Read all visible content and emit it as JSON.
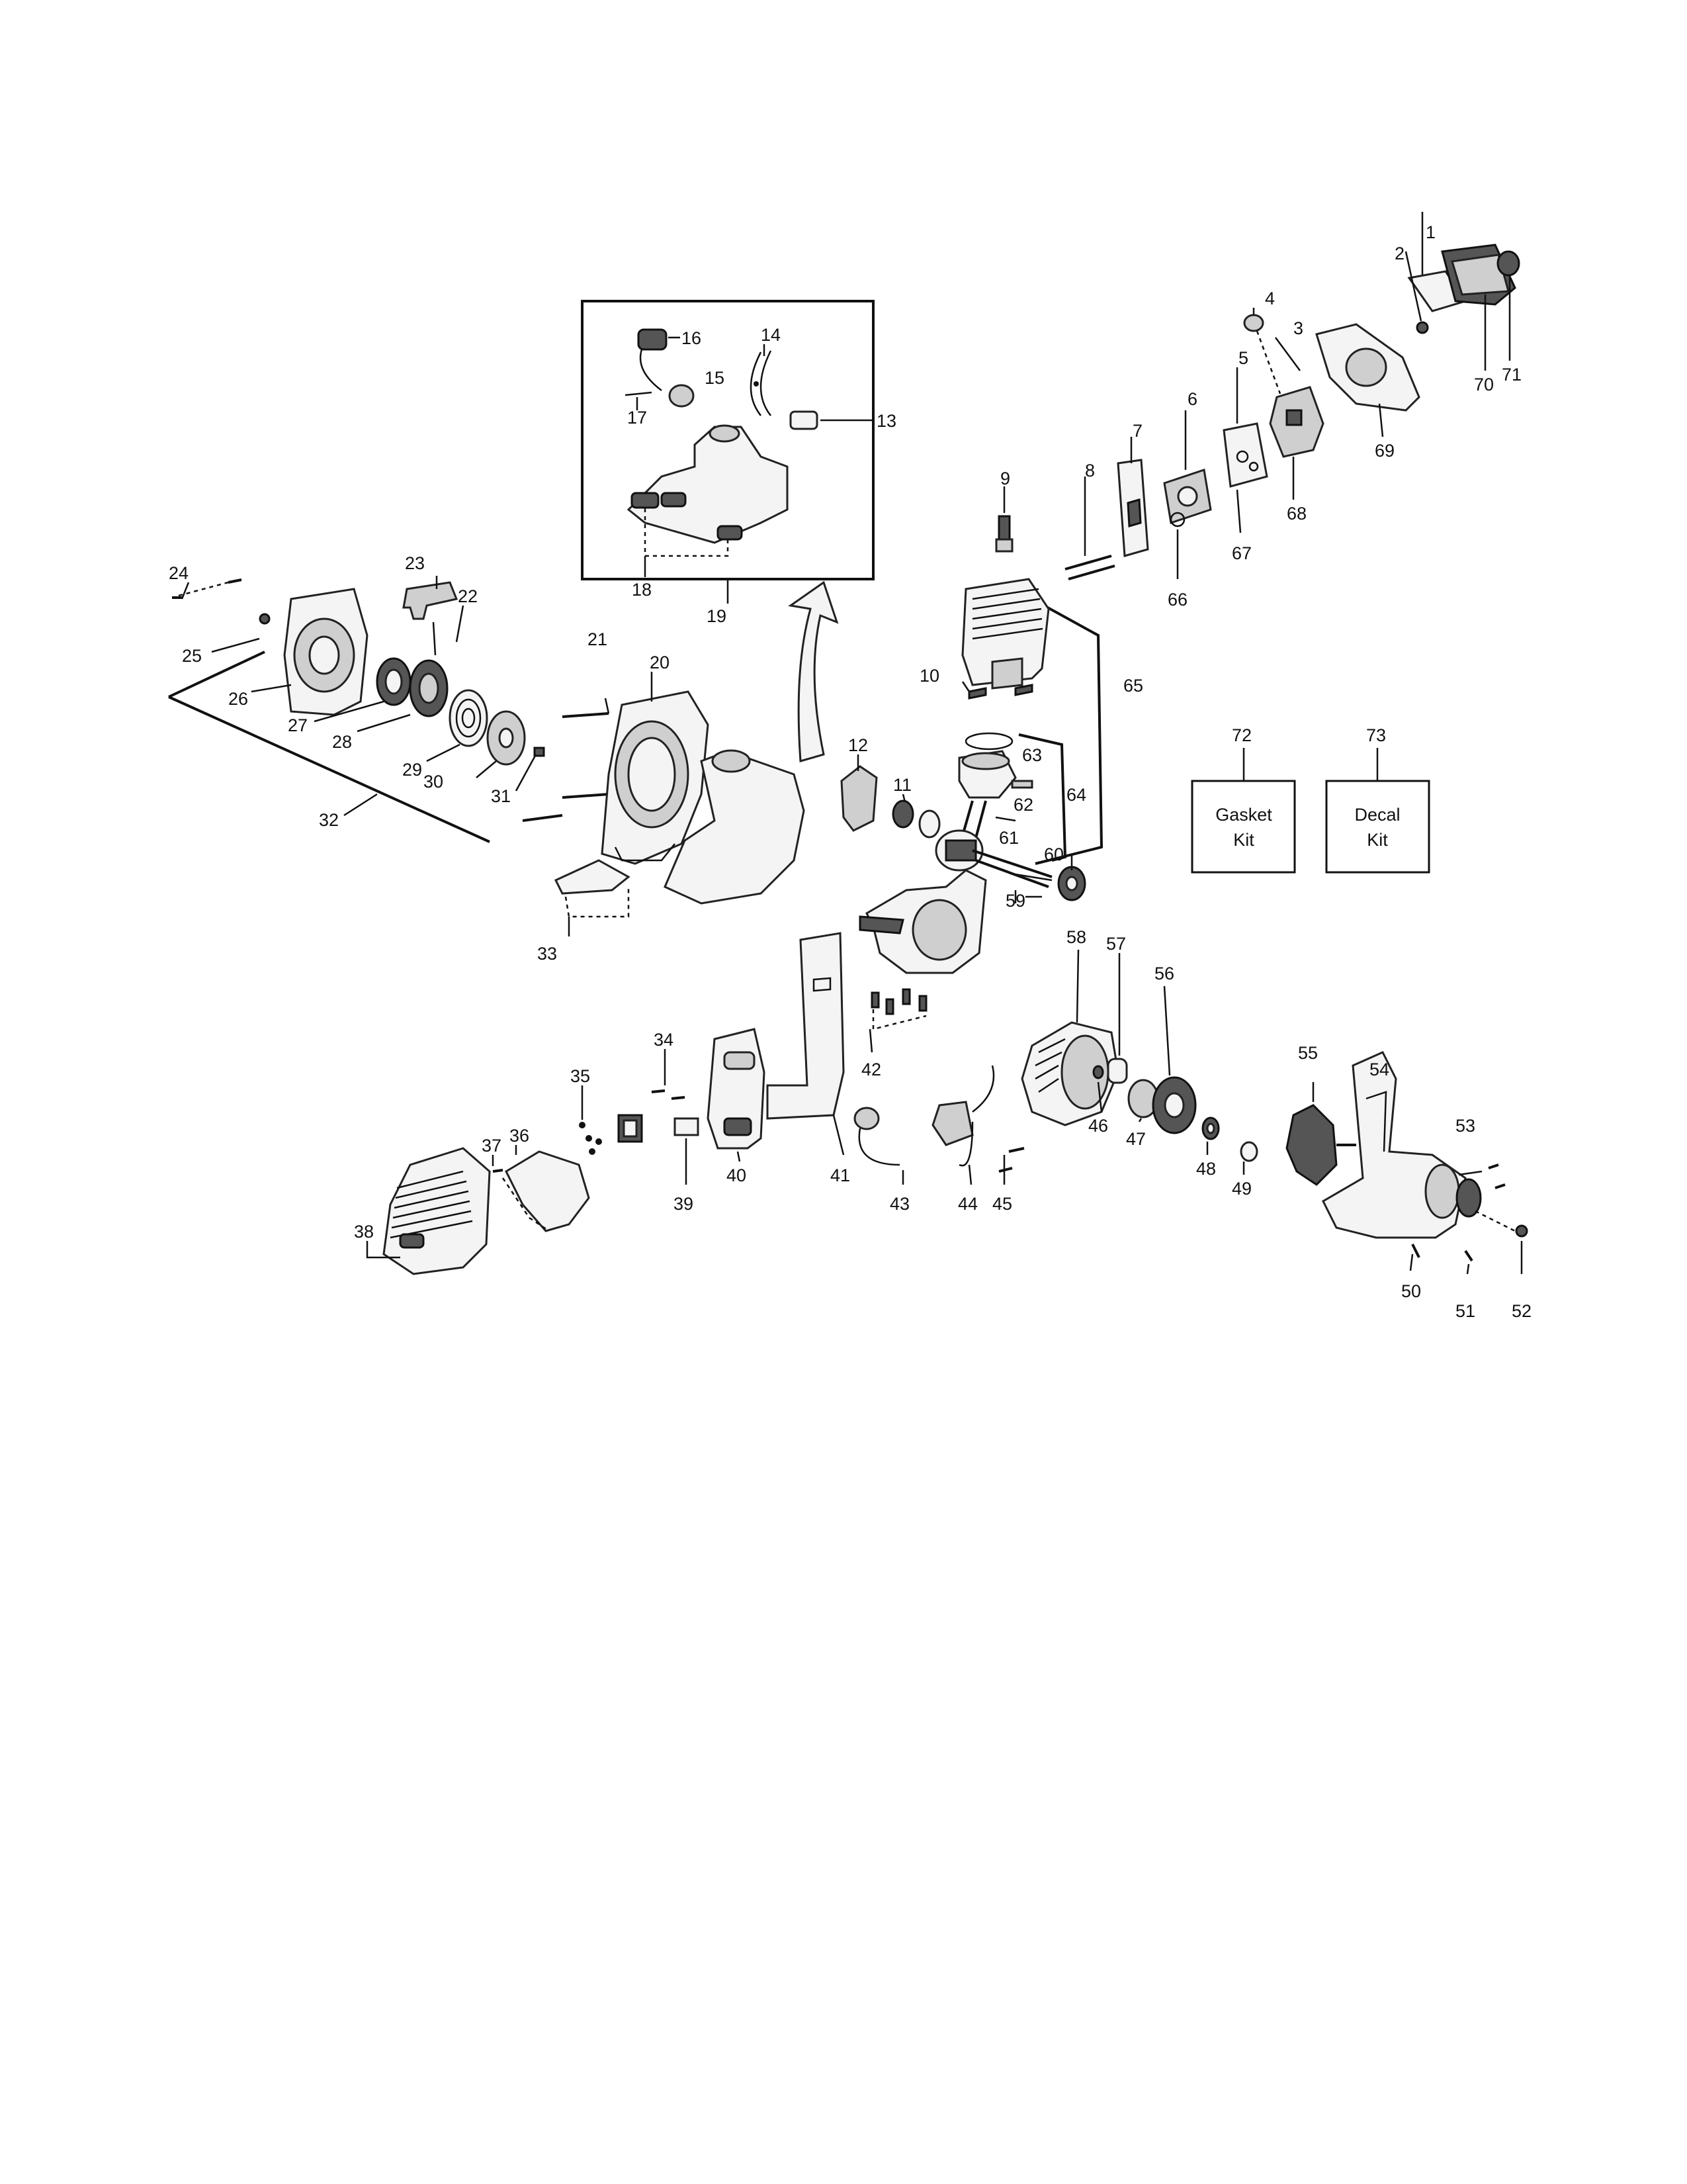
{
  "labels": {
    "l1": "1",
    "l2": "2",
    "l3": "3",
    "l4": "4",
    "l5": "5",
    "l6": "6",
    "l7": "7",
    "l8": "8",
    "l9": "9",
    "l10": "10",
    "l11": "11",
    "l12": "12",
    "l13": "13",
    "l14": "14",
    "l15": "15",
    "l16": "16",
    "l17": "17",
    "l18": "18",
    "l19": "19",
    "l20": "20",
    "l21": "21",
    "l22": "22",
    "l23": "23",
    "l24": "24",
    "l25": "25",
    "l26": "26",
    "l27": "27",
    "l28": "28",
    "l29": "29",
    "l30": "30",
    "l31": "31",
    "l32": "32",
    "l33": "33",
    "l34": "34",
    "l35": "35",
    "l36": "36",
    "l37": "37",
    "l38": "38",
    "l39": "39",
    "l40": "40",
    "l41": "41",
    "l42": "42",
    "l43": "43",
    "l44": "44",
    "l45": "45",
    "l46": "46",
    "l47": "47",
    "l48": "48",
    "l49": "49",
    "l50": "50",
    "l51": "51",
    "l52": "52",
    "l53": "53",
    "l54": "54",
    "l55": "55",
    "l56": "56",
    "l57": "57",
    "l58": "58",
    "l59": "59",
    "l60": "60",
    "l61": "61",
    "l62": "62",
    "l63": "63",
    "l64": "64",
    "l65": "65",
    "l66": "66",
    "l67": "67",
    "l68": "68",
    "l69": "69",
    "l70": "70",
    "l71": "71",
    "l72": "72",
    "l73": "73"
  },
  "kits": {
    "gasket_line1": "Gasket",
    "gasket_line2": "Kit",
    "decal_line1": "Decal",
    "decal_line2": "Kit"
  }
}
